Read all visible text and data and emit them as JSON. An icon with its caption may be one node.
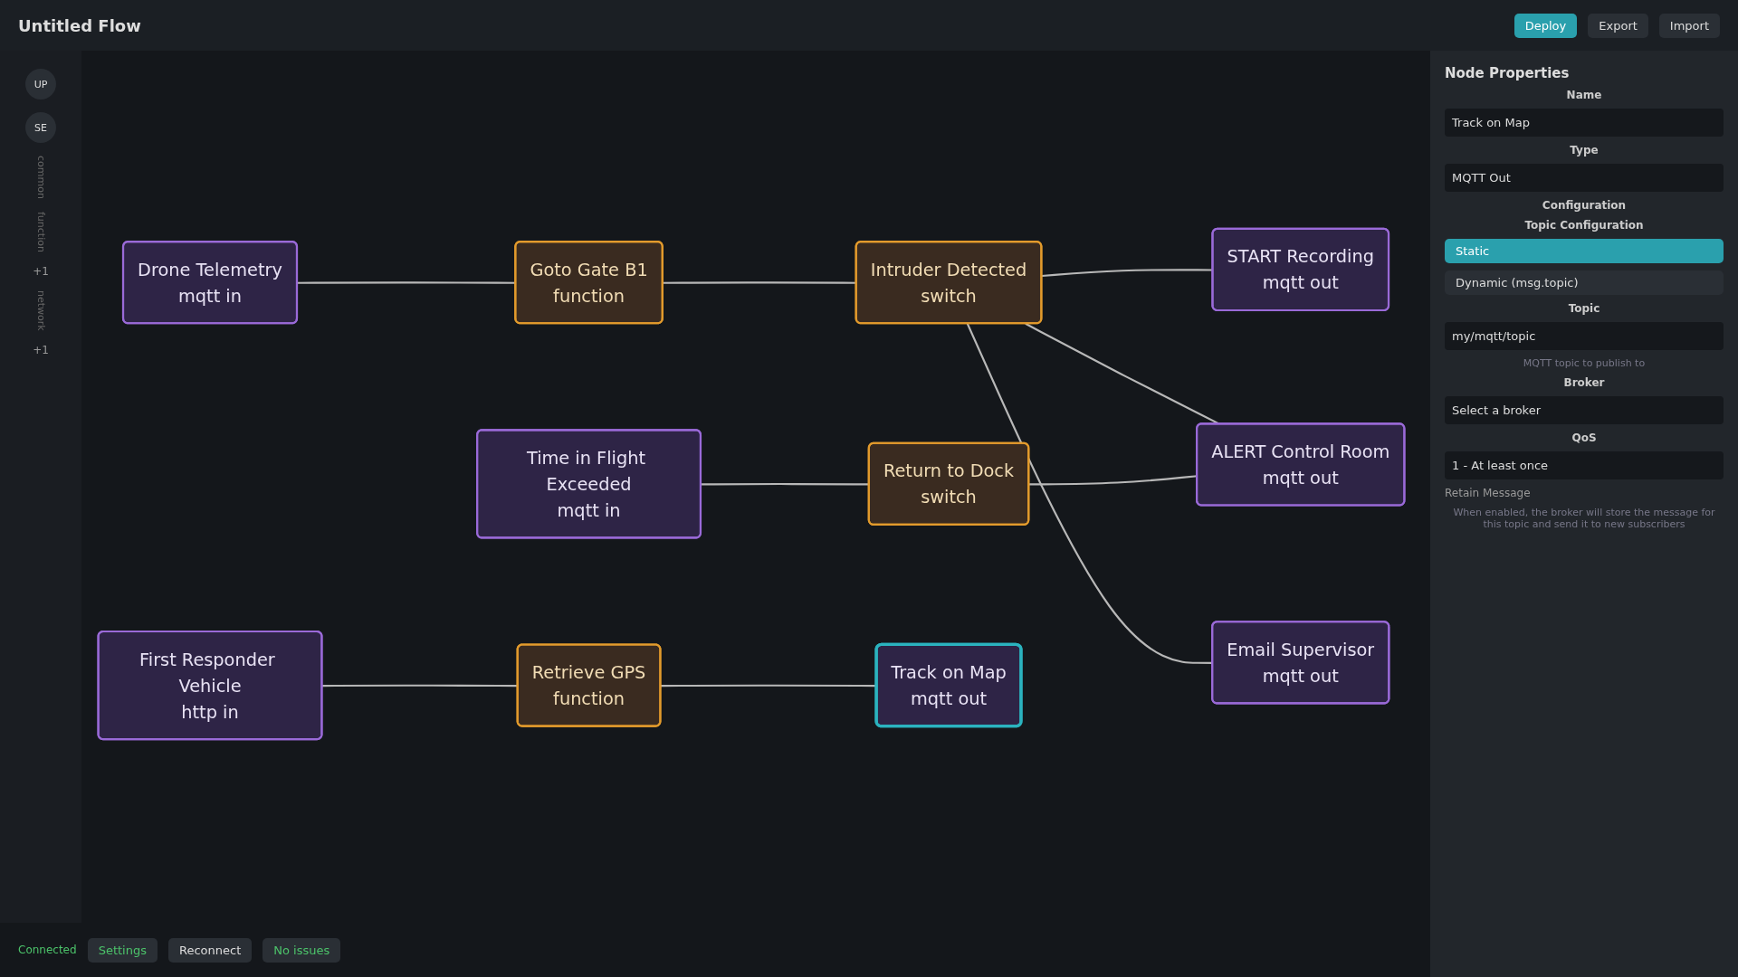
{
  "diagram": {
    "title": "Untitled Flow",
    "nodes": [
      {
        "text": [
          "Drone Telemetry",
          "mqtt in"
        ]
      },
      {
        "text": [
          "Goto Gate B1",
          "function"
        ]
      },
      {
        "text": [
          "Intruder Detected",
          "switch"
        ]
      },
      {
        "text": [
          "START Recording",
          "mqtt out"
        ]
      },
      {
        "text": [
          "ALERT Control Room",
          "mqtt out"
        ]
      },
      {
        "text": [
          "Time in Flight Exceeded",
          "mqtt in"
        ]
      },
      {
        "text": [
          "Return to Dock",
          "switch"
        ]
      },
      {
        "text": [
          "Email Supervisor",
          "mqtt out"
        ]
      },
      {
        "text": [
          "First Responder Vehicle",
          "http in"
        ]
      },
      {
        "text": [
          "Retrieve GPS",
          "function"
        ]
      },
      {
        "text": [
          "Track on Map",
          "mqtt out"
        ]
      }
    ],
    "edges": [
      {
        "from": 0,
        "to": 1,
        "arrow": "none"
      },
      {
        "from": 1,
        "to": 2,
        "arrow": "none"
      },
      {
        "from": 2,
        "to": 3,
        "arrow": "none"
      },
      {
        "from": 2,
        "to": 4,
        "arrow": "none"
      },
      {
        "from": 2,
        "to": 7,
        "arrow": "none"
      },
      {
        "from": 5,
        "to": 6,
        "arrow": "none"
      },
      {
        "from": 6,
        "to": 4,
        "arrow": "none"
      },
      {
        "from": 8,
        "to": 9,
        "arrow": "none"
      },
      {
        "from": 9,
        "to": 10,
        "arrow": "none"
      }
    ],
    "labels": [
      "Deploy",
      "Export",
      "Import",
      "UP",
      "SE",
      "common",
      "function",
      "+1",
      "network",
      "+1",
      "Node Properties",
      "Name",
      "Track on Map",
      "Type",
      "MQTT Out",
      "Configuration",
      "Topic Configuration",
      "Static",
      "Dynamic (msg.topic)",
      "Topic",
      "my/mqtt/topic",
      "MQTT topic to publish to",
      "Broker",
      "Select a broker",
      "QoS",
      "1 - At least once",
      "Retain Message",
      "When enabled, the broker will store the message for this topic and send it to new subscribers",
      "Connected",
      "Settings",
      "Reconnect",
      "No issues"
    ]
  }
}
